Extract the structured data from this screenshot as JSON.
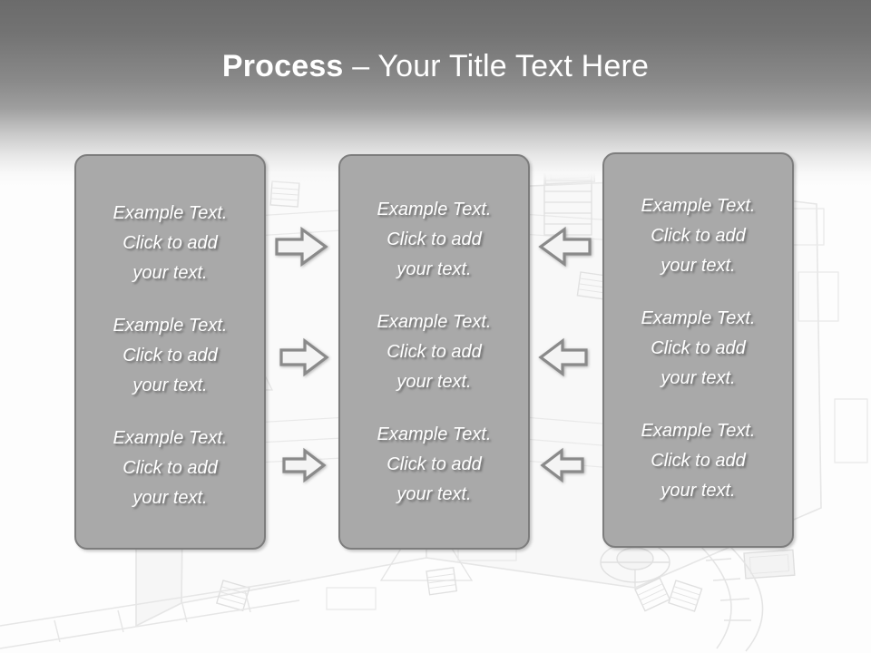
{
  "slide": {
    "title_bold": "Process",
    "title_rest": " – Your Title Text Here",
    "background_art": "architectural-floorplan-watermark",
    "colors": {
      "header_top": "#6b6b6b",
      "panel_fill": "#a9a9a9",
      "panel_border": "#7d7d7d",
      "arrow_fill": "#f4f4f4",
      "arrow_stroke": "#8a8a8a",
      "title_text": "#ffffff",
      "body_text": "#ffffff",
      "slide_background": "#fdfdfd"
    }
  },
  "columns": [
    {
      "id": "column-left",
      "blocks": [
        "Example Text.\nClick  to add\nyour text.",
        "Example Text.\nClick  to add\nyour text.",
        "Example Text.\nClick  to add\nyour text."
      ]
    },
    {
      "id": "column-middle",
      "blocks": [
        "Example Text.\nClick  to add\nyour text.",
        "Example Text.\nClick  to add\nyour text.",
        "Example Text.\nClick  to add\nyour text."
      ]
    },
    {
      "id": "column-right",
      "blocks": [
        "Example Text.\nClick  to add\nyour text.",
        "Example Text.\nClick  to add\nyour text.",
        "Example Text.\nClick  to add\nyour text."
      ]
    }
  ],
  "arrows": [
    {
      "id": "arrow-left-to-middle-row1",
      "direction": "right",
      "icon": "arrow-right-icon"
    },
    {
      "id": "arrow-left-to-middle-row2",
      "direction": "right",
      "icon": "arrow-right-icon"
    },
    {
      "id": "arrow-left-to-middle-row3",
      "direction": "right",
      "icon": "arrow-right-icon"
    },
    {
      "id": "arrow-right-to-middle-row1",
      "direction": "left",
      "icon": "arrow-left-icon"
    },
    {
      "id": "arrow-right-to-middle-row2",
      "direction": "left",
      "icon": "arrow-left-icon"
    },
    {
      "id": "arrow-right-to-middle-row3",
      "direction": "left",
      "icon": "arrow-left-icon"
    }
  ]
}
